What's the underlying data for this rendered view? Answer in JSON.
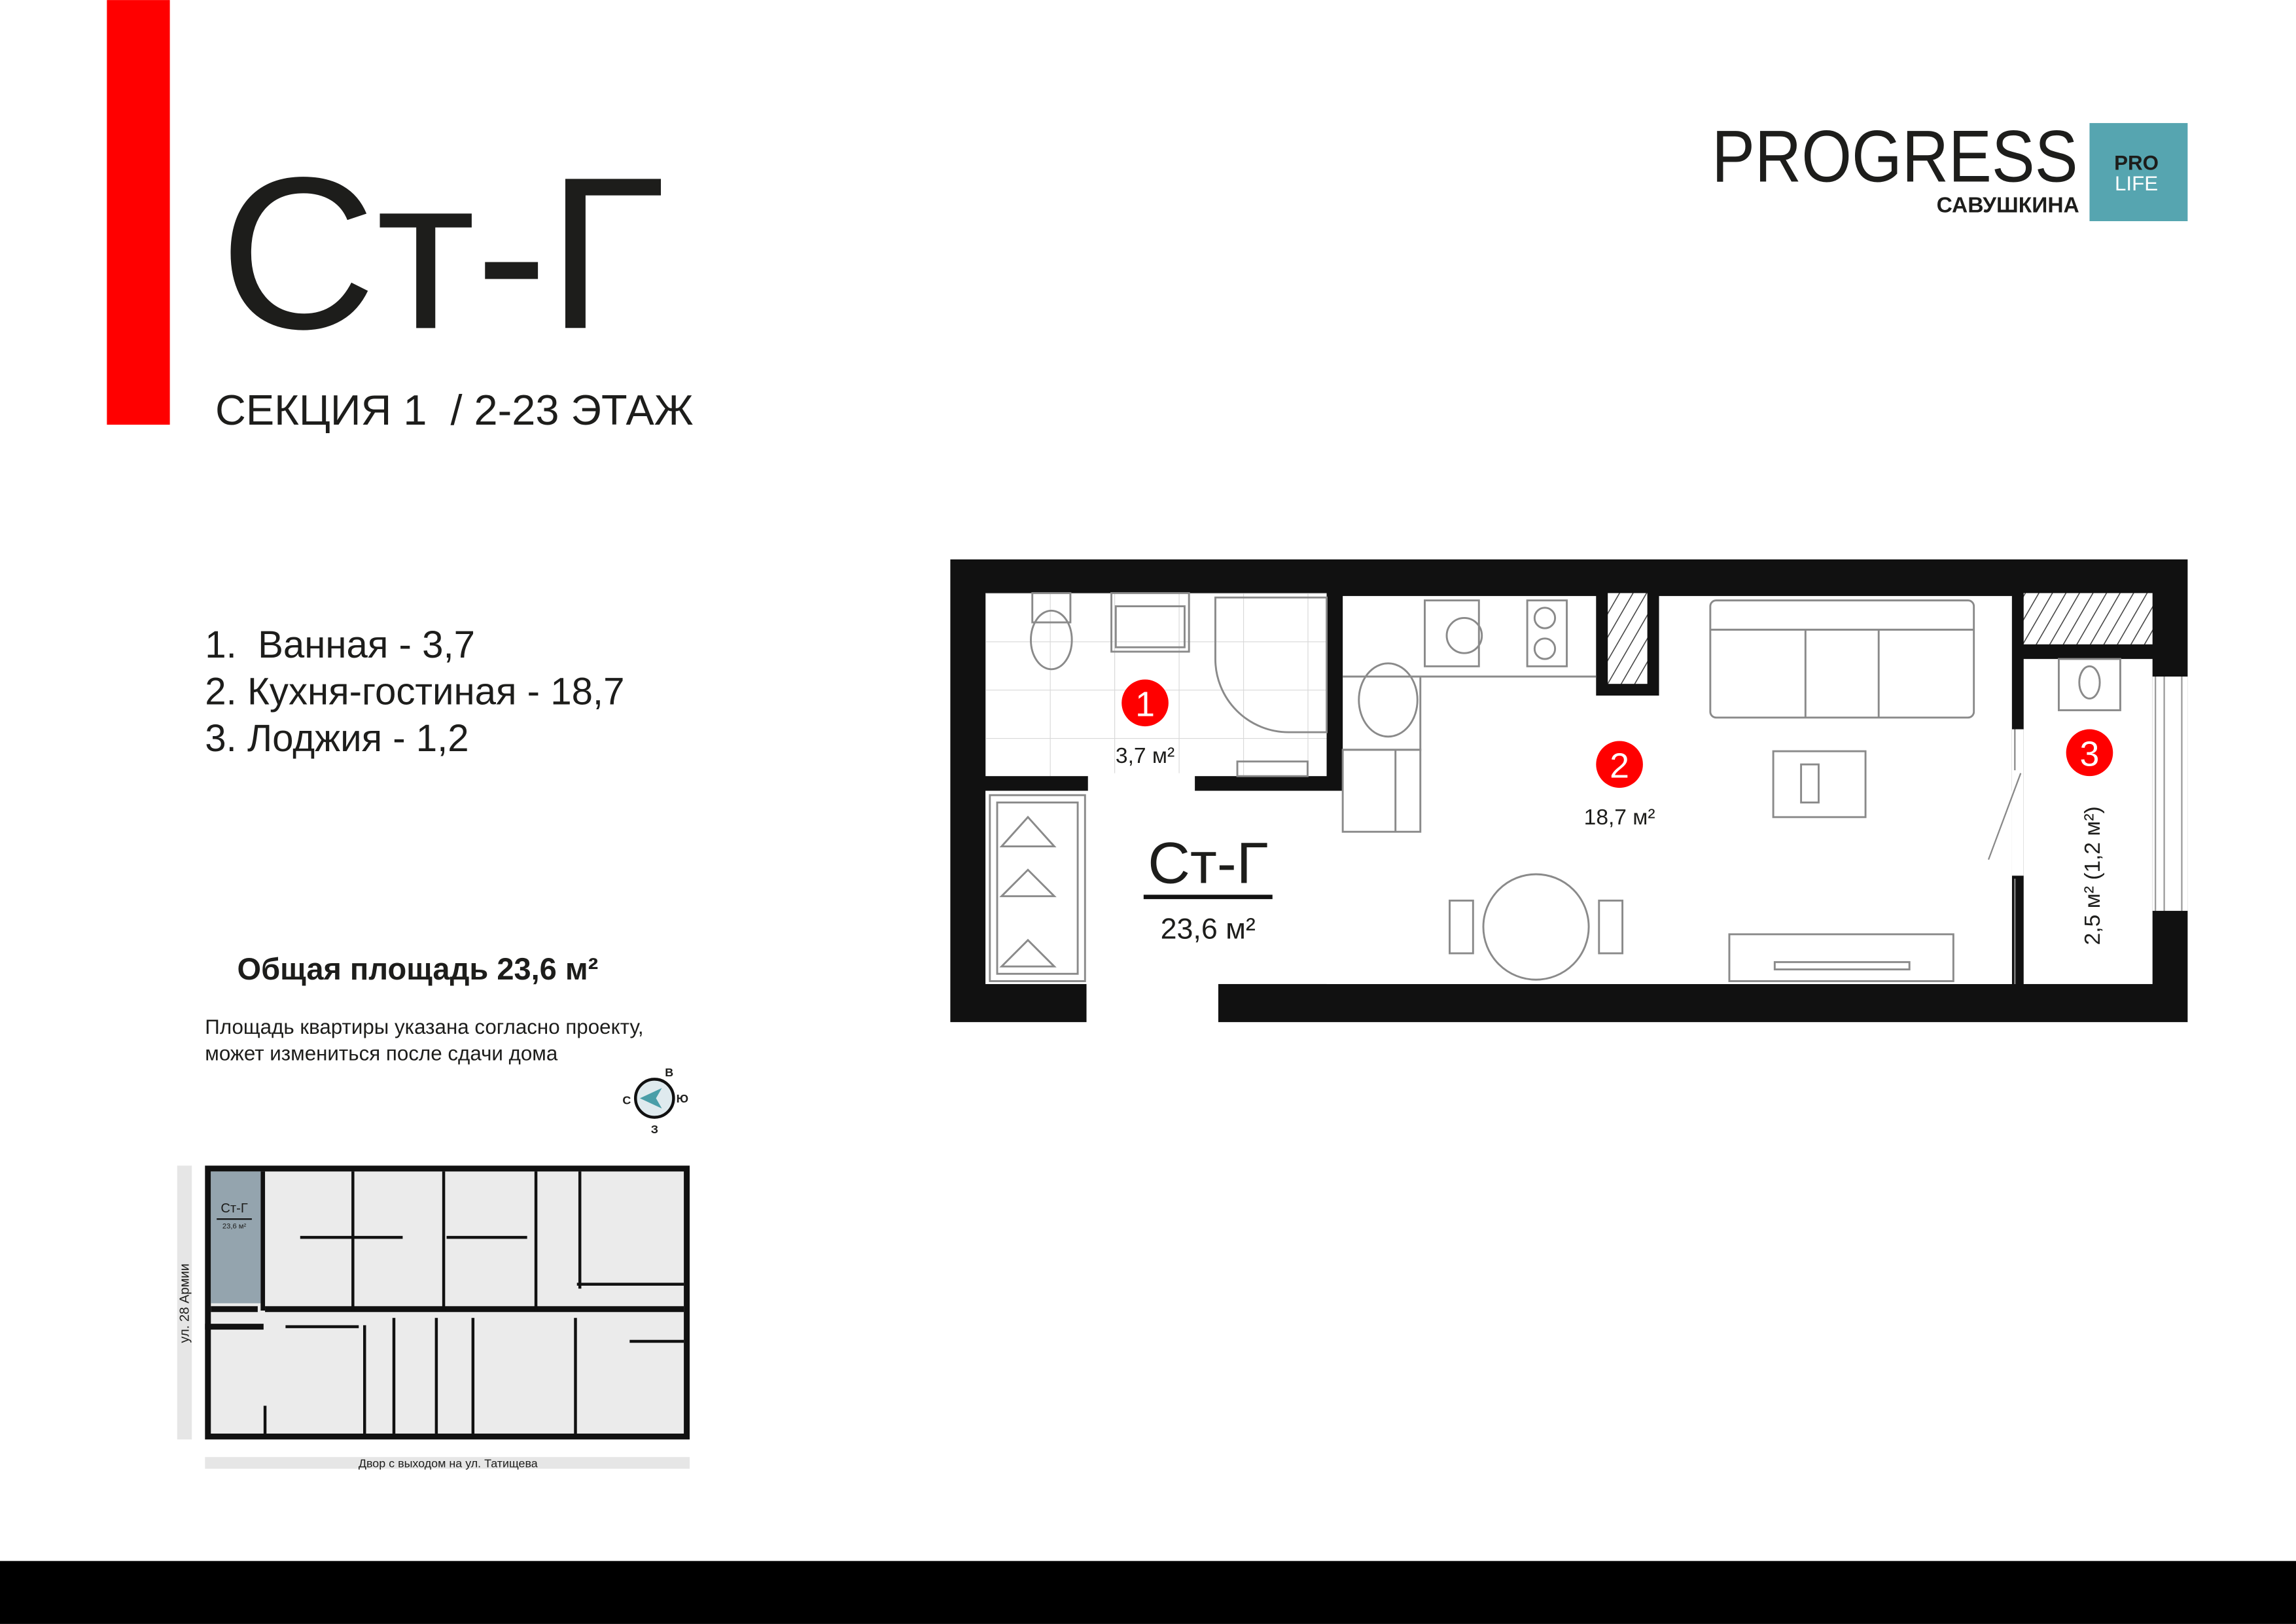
{
  "header": {
    "title": "Ст-Г",
    "subtitle": "СЕКЦИЯ 1  / 2-23 ЭТАЖ"
  },
  "logo": {
    "brand": "PROGRESS",
    "location": "САВУШКИНА",
    "badge_line1": "PRO",
    "badge_line2": "LIFE",
    "badge_color": "#56a5b0"
  },
  "rooms_list": [
    "1.  Ванная - 3,7",
    "2. Кухня-гостиная - 18,7",
    "3. Лоджия - 1,2"
  ],
  "total_area": "Общая площадь 23,6 м²",
  "note": [
    "Площадь квартиры указана согласно проекту,",
    "может измениться после сдачи дома"
  ],
  "compass": {
    "n": "С",
    "e": "В",
    "s": "Ю",
    "w": "З"
  },
  "plan": {
    "unit_name": "Ст-Г",
    "unit_area": "23,6 м²",
    "rooms": [
      {
        "number": "1",
        "area": "3,7 м²"
      },
      {
        "number": "2",
        "area": "18,7 м²"
      },
      {
        "number": "3",
        "area": "2,5 м² (1,2 м²)"
      }
    ],
    "marker_color": "#ff0000"
  },
  "key_plan": {
    "unit_name": "Ст-Г",
    "unit_area": "23,6 м²",
    "street_left": "ул. 28 Армии",
    "street_bottom": "Двор с выходом на ул. Татищева",
    "highlight_color": "#94a4ae"
  },
  "accent_color": "#ff0000"
}
